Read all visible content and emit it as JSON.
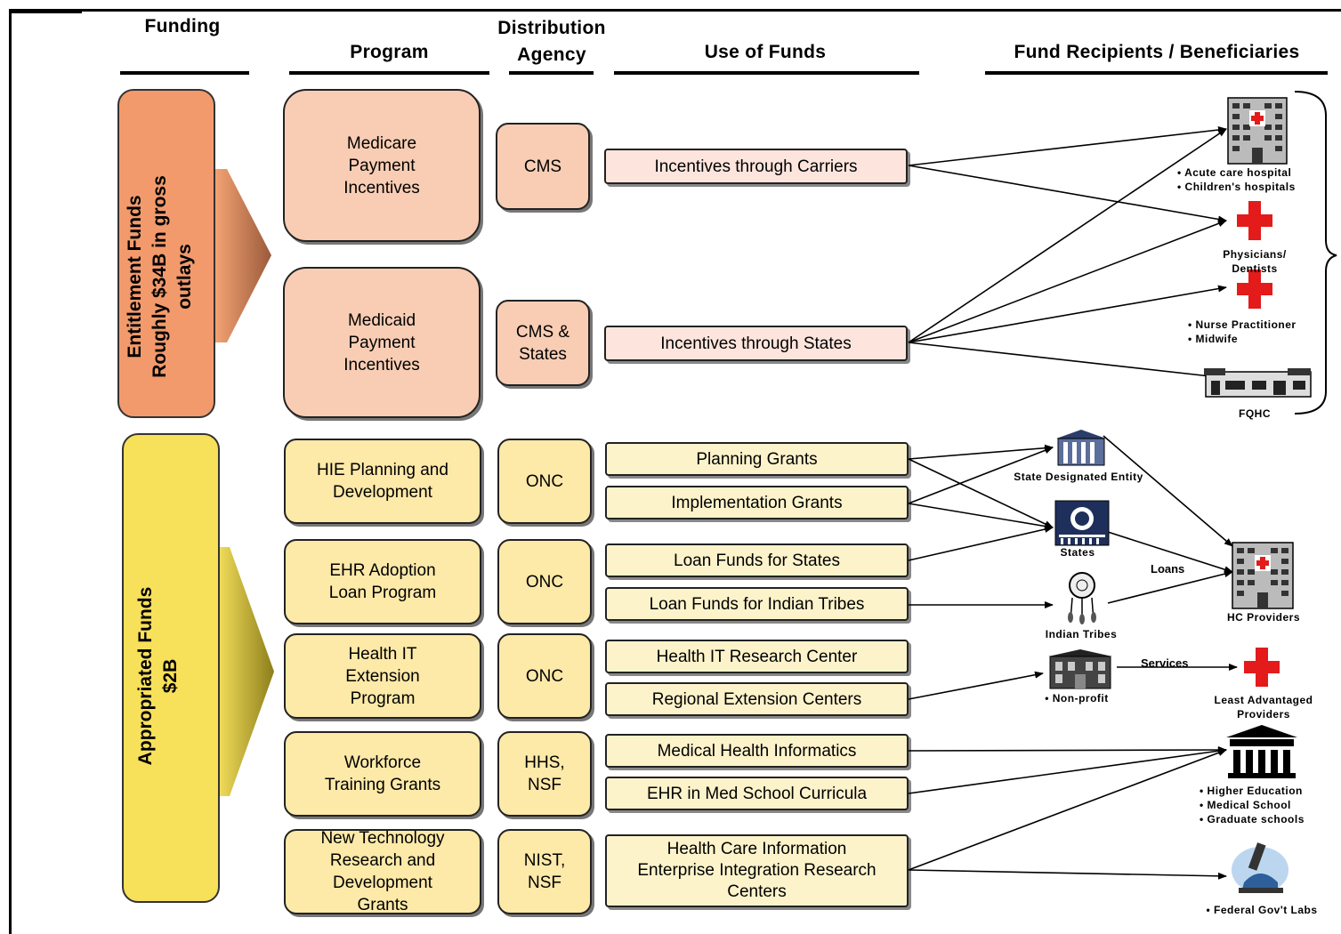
{
  "headers": {
    "funding": "Funding",
    "program": "Program",
    "agency": "Distribution\nAgency",
    "use": "Use of Funds",
    "recipients": "Fund Recipients / Beneficiaries"
  },
  "funding": {
    "entitlement": "Entitlement Funds\nRoughly $34B in gross\noutlays",
    "appropriated": "Appropriated Funds\n$2B"
  },
  "programs": [
    "Medicare\nPayment\nIncentives",
    "Medicaid\nPayment\nIncentives",
    "HIE Planning and\nDevelopment",
    "EHR Adoption\nLoan Program",
    "Health IT\nExtension\nProgram",
    "Workforce\nTraining Grants",
    "New Technology\nResearch and\nDevelopment\nGrants"
  ],
  "agencies": [
    "CMS",
    "CMS &\nStates",
    "ONC",
    "ONC",
    "ONC",
    "HHS,\nNSF",
    "NIST,\nNSF"
  ],
  "uses": [
    "Incentives through Carriers",
    "Incentives through States",
    "Planning Grants",
    "Implementation Grants",
    "Loan Funds for States",
    "Loan Funds for Indian Tribes",
    "Health IT Research Center",
    "Regional Extension Centers",
    "Medical Health Informatics",
    "EHR in Med School Curricula",
    "Health Care Information\nEnterprise Integration Research\nCenters"
  ],
  "recipients": {
    "hospital": "• Acute care hospital\n• Children's hospitals",
    "physicians": "Physicians/\nDentists",
    "nurse": "• Nurse Practitioner\n• Midwife",
    "fqhc": "FQHC",
    "state_entity": "State Designated Entity",
    "states": "States",
    "indian_tribes": "Indian Tribes",
    "hc_providers": "HC Providers",
    "nonprofit": "• Non-profit",
    "least_advantaged": "Least Advantaged\nProviders",
    "higher_ed": "• Higher Education\n• Medical School\n• Graduate schools",
    "federal_labs": "• Federal Gov't Labs",
    "loans": "Loans",
    "services": "Services"
  },
  "icons": [
    "hospital-building-icon",
    "red-cross-icon",
    "clinic-building-icon",
    "government-building-icon",
    "state-seal-icon",
    "dreamcatcher-icon",
    "nonprofit-building-icon",
    "university-icon",
    "microscope-icon"
  ],
  "colors": {
    "entitlement": "#f29a6c",
    "appropriated": "#f7e05a",
    "program_salmon": "#f8cdb4",
    "program_yellow": "#fde9a8",
    "red_cross": "#e31b1b"
  }
}
